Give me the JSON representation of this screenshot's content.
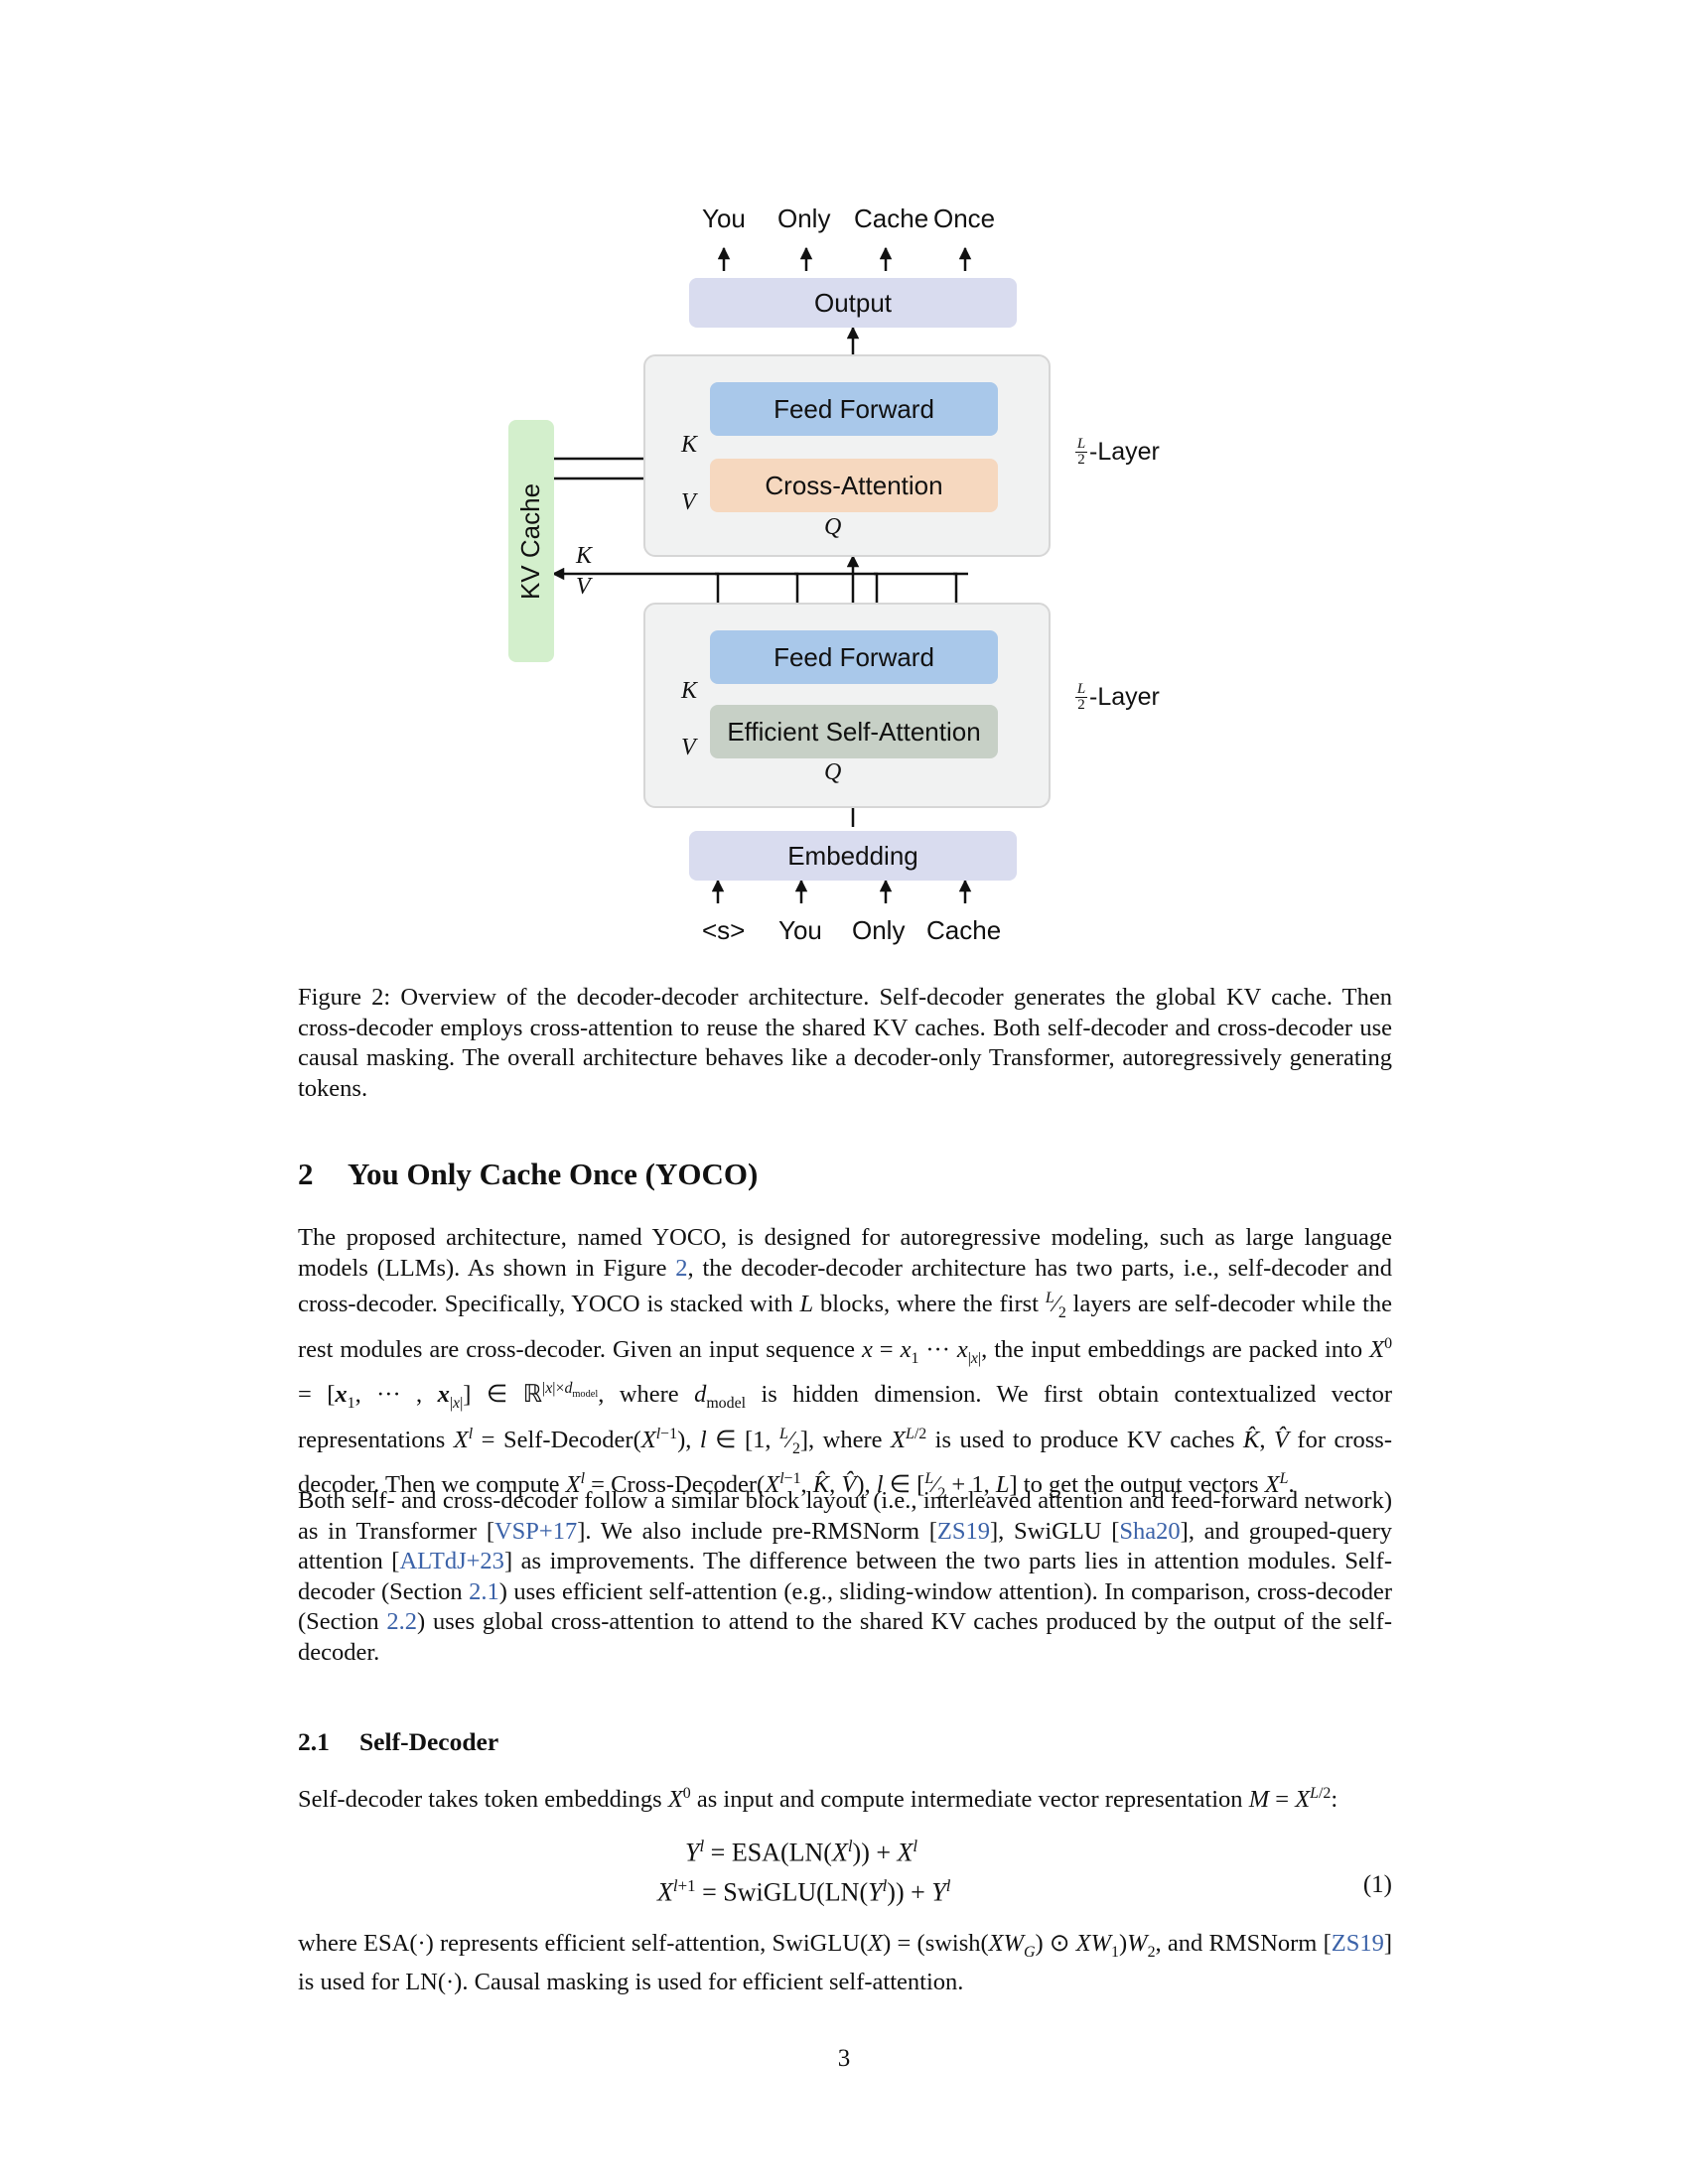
{
  "figure": {
    "output_tokens": [
      "You",
      "Only",
      "Cache",
      "Once"
    ],
    "input_tokens": [
      "<s>",
      "You",
      "Only",
      "Cache"
    ],
    "output_label": "Output",
    "embedding_label": "Embedding",
    "kv_cache_label": "KV Cache",
    "cross_decoder": {
      "feed_forward_label": "Feed Forward",
      "attention_label": "Cross-Attention",
      "layer_label": "-Layer"
    },
    "self_decoder": {
      "feed_forward_label": "Feed Forward",
      "attention_label": "Efficient Self-Attention",
      "layer_label": "-Layer"
    },
    "k_label": "K",
    "v_label": "V",
    "q_label": "Q",
    "frac_num": "L",
    "frac_den": "2",
    "colors": {
      "output_box": "#d9dcef",
      "feed_forward_box": "#a9c8ea",
      "cross_attention_box": "#f6d8bf",
      "self_attention_box": "#c7d0c6",
      "kv_cache_box": "#d3efcc"
    }
  },
  "caption": "Figure 2: Overview of the decoder-decoder architecture. Self-decoder generates the global KV cache. Then cross-decoder employs cross-attention to reuse the shared KV caches. Both self-decoder and cross-decoder use causal masking. The overall architecture behaves like a decoder-only Transformer, autoregressively generating tokens.",
  "section": {
    "number": "2",
    "title": "You Only Cache Once (YOCO)"
  },
  "para2": {
    "p1": "Both self- and cross-decoder follow a similar block layout (i.e., interleaved attention and feed-forward network) as in Transformer [",
    "r1": "VSP+17",
    "p2": "]. We also include pre-RMSNorm [",
    "r2": "ZS19",
    "p3": "], SwiGLU [",
    "r3": "Sha20",
    "p4": "], and grouped-query attention [",
    "r4": "ALTdJ+23",
    "p5": "] as improvements. The difference between the two parts lies in attention modules. Self-decoder (Section ",
    "r5": "2.1",
    "p6": ") uses efficient self-attention (e.g., sliding-window attention). In comparison, cross-decoder (Section ",
    "r6": "2.2",
    "p7": ") uses global cross-attention to attend to the shared KV caches produced by the output of the self-decoder."
  },
  "subsection": {
    "number": "2.1",
    "title": "Self-Decoder"
  },
  "equation_number": "(1)",
  "page_number": "3"
}
